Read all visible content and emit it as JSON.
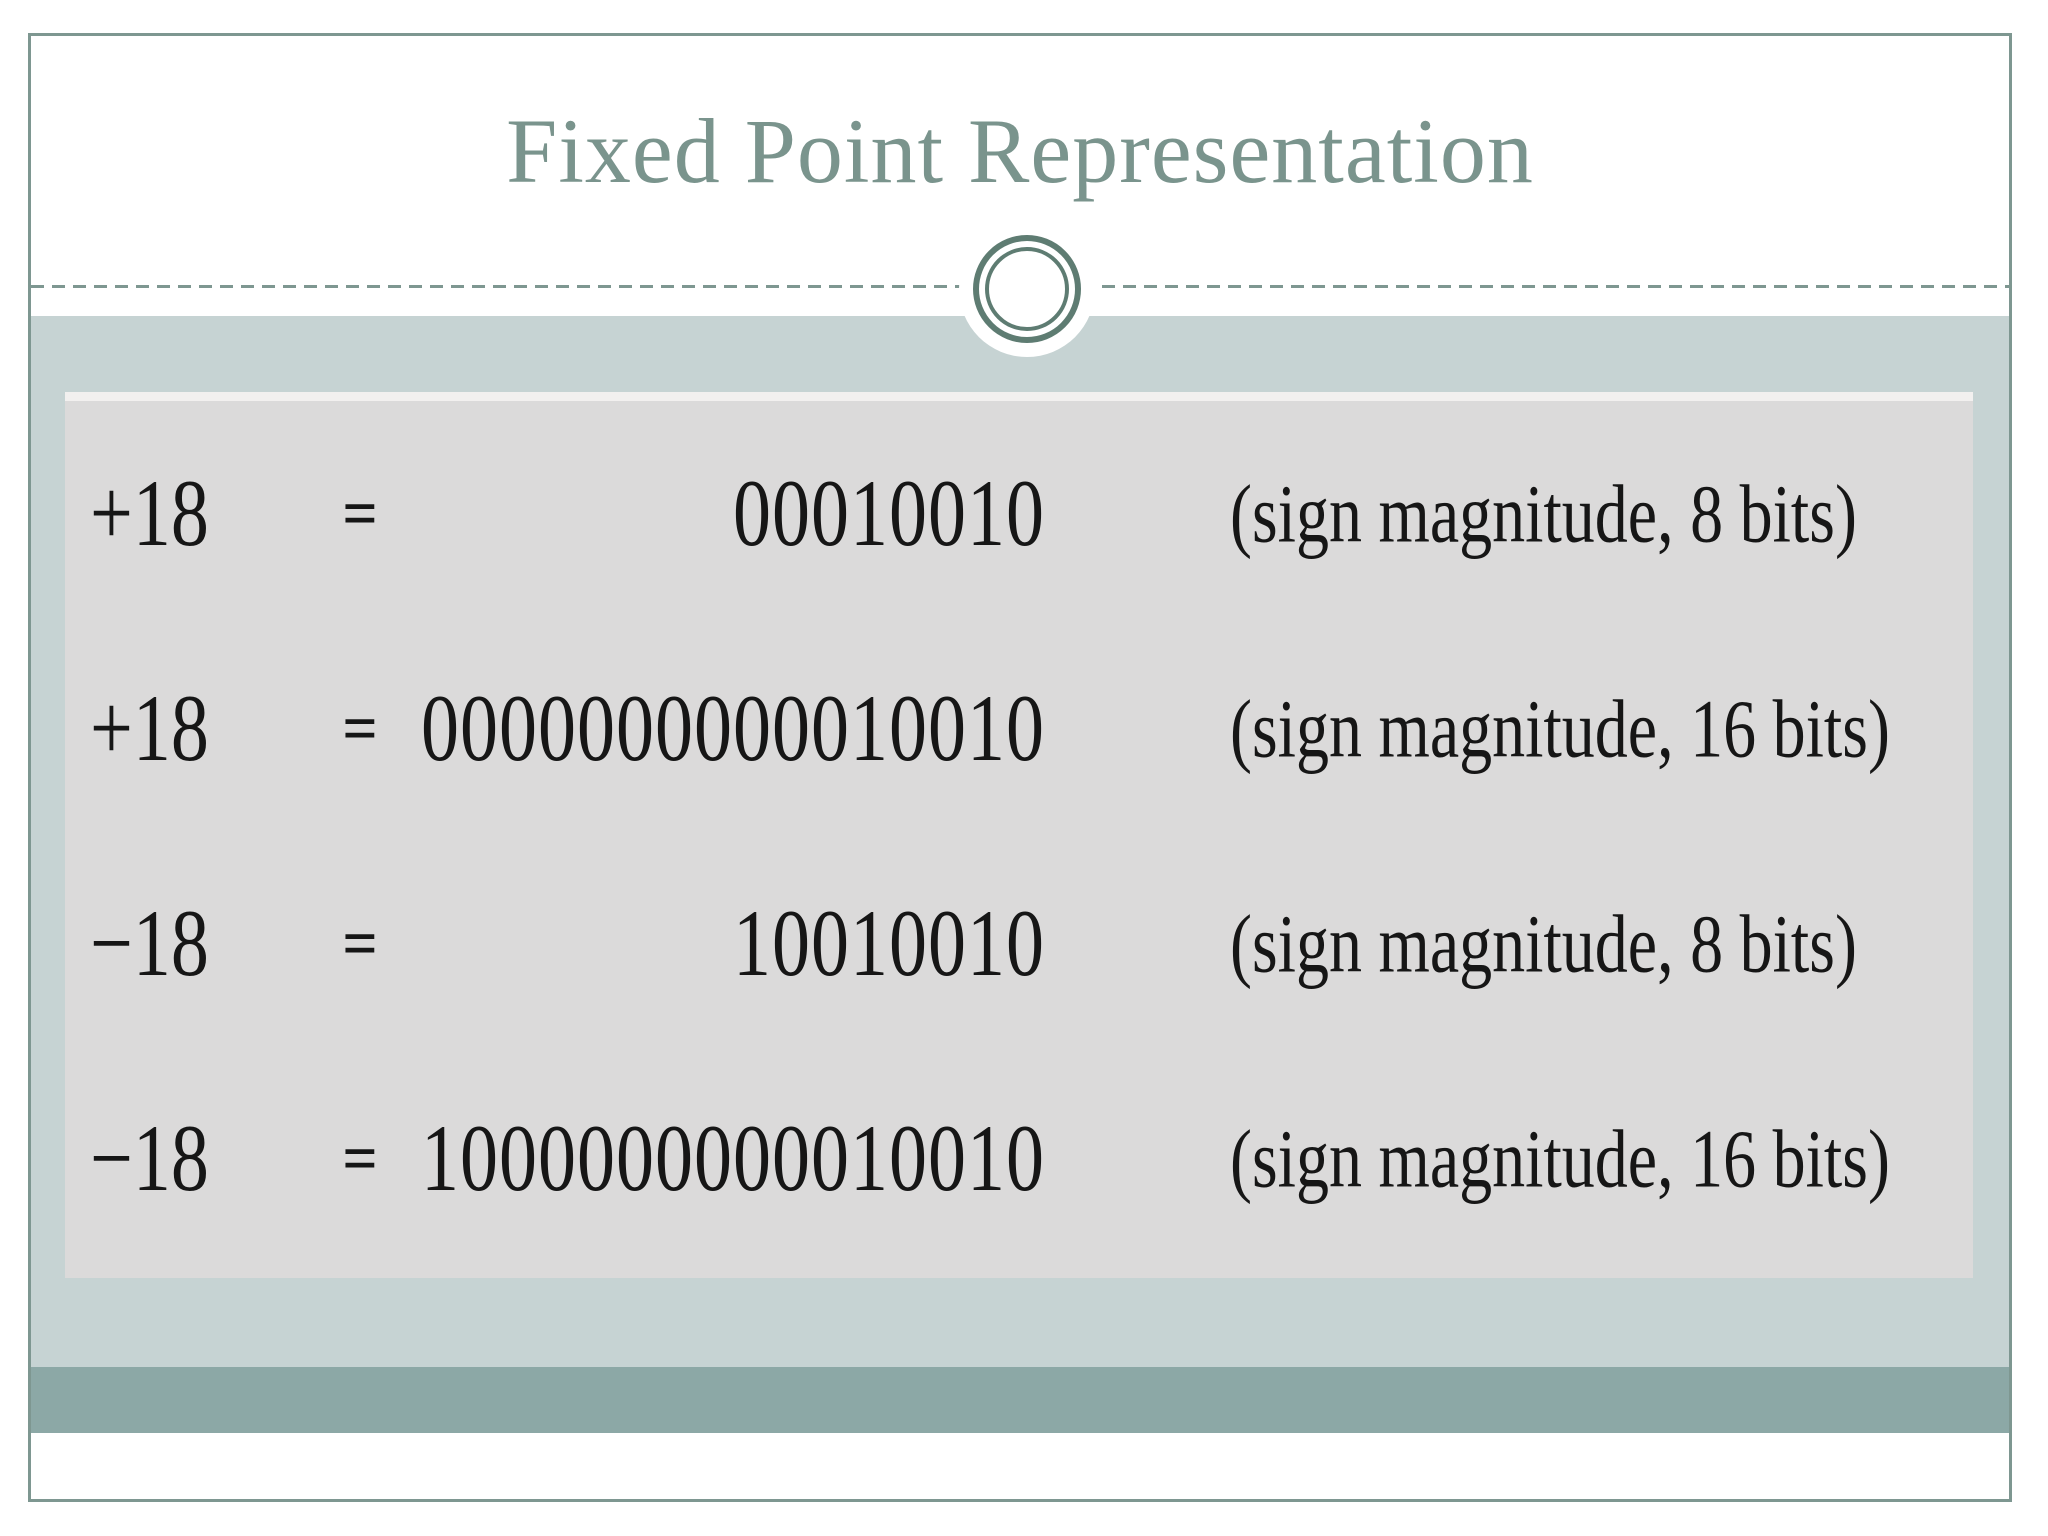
{
  "slide": {
    "title": "Fixed Point Representation",
    "content": {
      "rows": [
        {
          "value": "+18",
          "eq": "=",
          "binary": "00010010",
          "note": "(sign magnitude, 8 bits)"
        },
        {
          "value": "+18",
          "eq": "=",
          "binary": "0000000000010010",
          "note": "(sign magnitude, 16 bits)"
        },
        {
          "value": "−18",
          "eq": "=",
          "binary": "10010010",
          "note": "(sign magnitude, 8 bits)"
        },
        {
          "value": "−18",
          "eq": "=",
          "binary": "1000000000010010",
          "note": "(sign magnitude, 16 bits)"
        }
      ]
    },
    "colors": {
      "title_text": "#7a948d",
      "accent_border": "#7e9791",
      "ornament_ring": "#5e7c72",
      "main_background": "#c6d3d3",
      "panel_background": "#dbdada",
      "panel_text": "#161616",
      "bottom_band": "#8ca8a6"
    }
  }
}
